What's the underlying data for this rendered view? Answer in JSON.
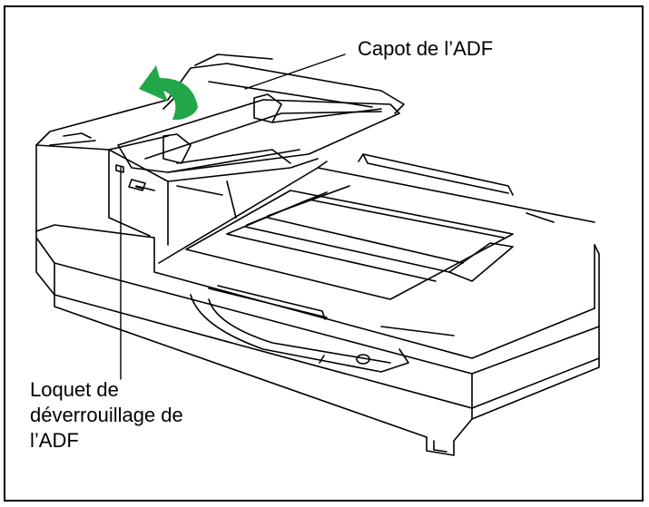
{
  "figure": {
    "callouts": {
      "adf_cover": "Capot de l’ADF",
      "adf_release_latch": [
        "Loquet de",
        "déverrouillage de",
        "l’ADF"
      ]
    },
    "colors": {
      "arrow": "#22a64a",
      "line": "#000000",
      "frame": "#000000"
    },
    "icons": {
      "arrow": "green-open-arrow-icon"
    }
  }
}
